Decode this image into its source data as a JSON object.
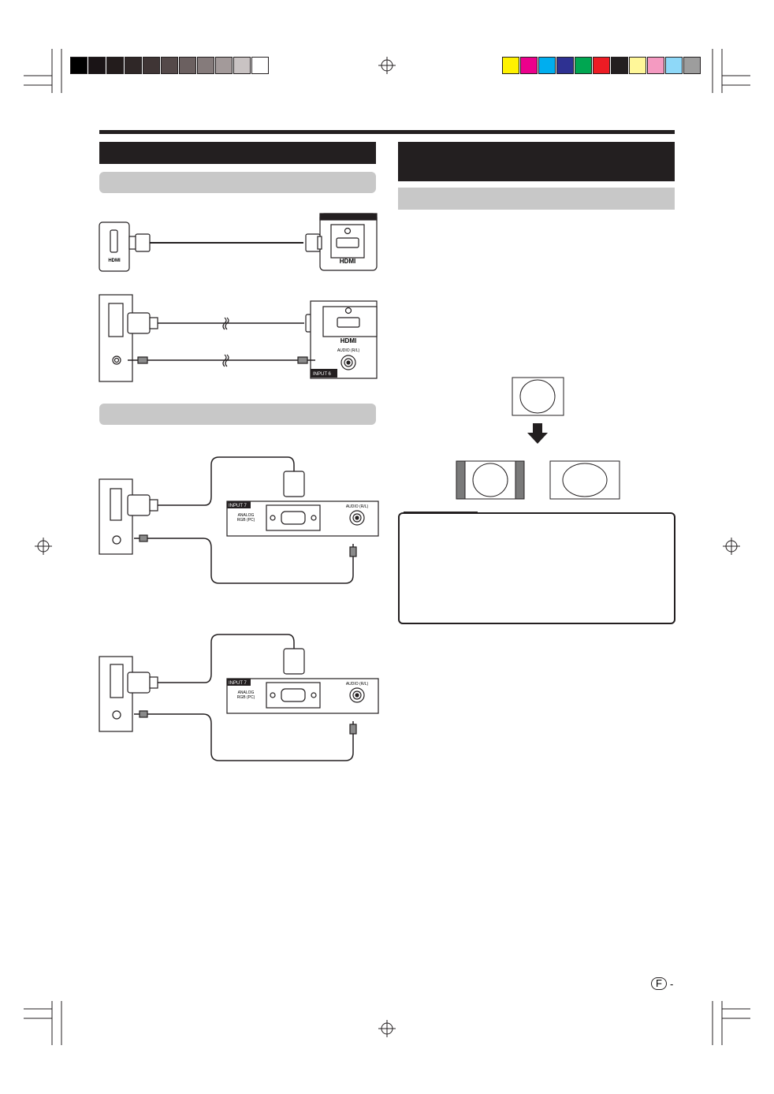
{
  "colors": {
    "grayscale": [
      "#000000",
      "#1a1416",
      "#231c1c",
      "#2f2727",
      "#3f3535",
      "#544949",
      "#6b6060",
      "#857b7b",
      "#a39a9a",
      "#c9c3c3",
      "#ffffff"
    ],
    "process": [
      "#fff200",
      "#ec008c",
      "#00aeef",
      "#2e3192",
      "#00a651",
      "#ed1c24",
      "#231f20",
      "#fff799",
      "#f49ac1",
      "#8ed8f8",
      "#9d9d9d"
    ]
  },
  "diagram_hdmi": {
    "hdmi_label_left": "HDMI",
    "hdmi_label_right": "HDMI"
  },
  "diagram_dvi": {
    "hdmi_label": "HDMI",
    "audio_label": "AUDIO (R/L)",
    "input_label": "INPUT 6"
  },
  "diagram_vga": {
    "input_label": "INPUT 7",
    "analog_label_1": "ANALOG",
    "analog_label_2": "RGB (PC)",
    "audio_label": "AUDIO (R/L)"
  },
  "diagram_dvi_vga": {
    "input_label": "INPUT 7",
    "analog_label_1": "ANALOG",
    "analog_label_2": "RGB (PC)",
    "audio_label": "AUDIO (R/L)"
  },
  "footer": {
    "lang_badge": "F",
    "page_dash": "-"
  }
}
